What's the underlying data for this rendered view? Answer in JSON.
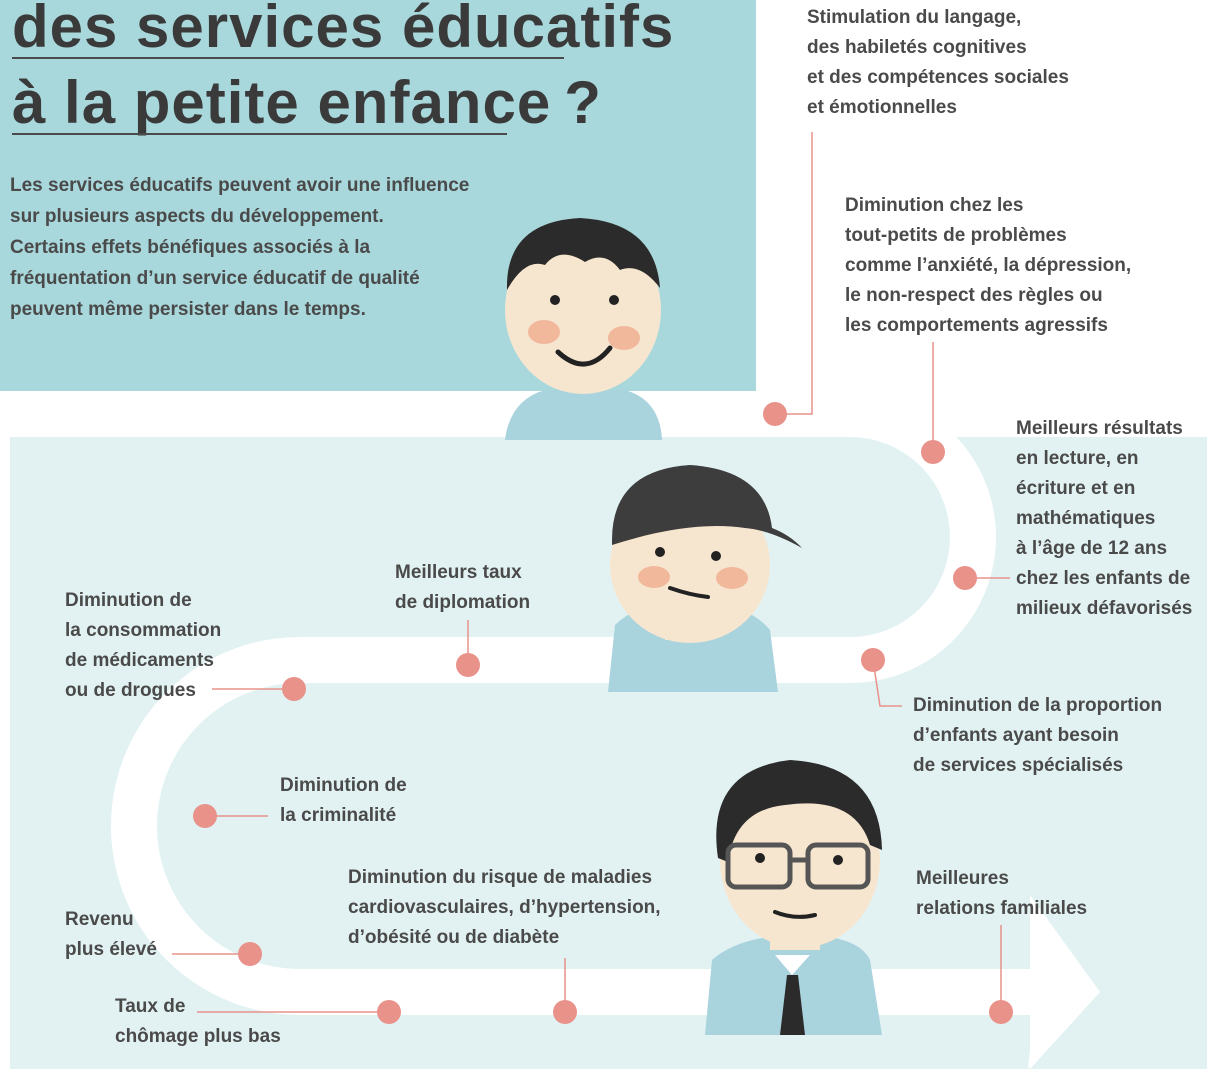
{
  "title_lines": [
    "des services éducatifs",
    "à la petite enfance ?"
  ],
  "intro": "Les services éducatifs peuvent avoir une influence\nsur plusieurs aspects du développement.\nCertains effets bénéfiques associés à la\nfréquentation d’un service éducatif de qualité\npeuvent même persister dans le temps.",
  "labels": {
    "langage": "Stimulation du langage,\ndes habiletés cognitives\net des compétences sociales\net émotionnelles",
    "anxiete": "Diminution chez les\ntout-petits de problèmes\ncomme l’anxiété, la dépression,\nle non-respect des règles ou\nles comportements agressifs",
    "lecture": "Meilleurs résultats\nen lecture, en\nécriture et en\nmathématiques\nà l’âge de 12 ans\nchez les enfants de\nmilieux défavorisés",
    "diplomation": "Meilleurs taux\nde diplomation",
    "proportion": "Diminution de la proportion\nd’enfants ayant besoin\nde services spécialisés",
    "medicaments": "Diminution de\nla consommation\nde médicaments\nou de drogues",
    "criminalite": "Diminution de\nla criminalité",
    "maladies": "Diminution du risque de maladies\ncardiovasculaires, d’hypertension,\nd’obésité ou de diabète",
    "relations": "Meilleures\nrelations familiales",
    "revenu": "Revenu\nplus élevé",
    "chomage": "Taux de\nchômage plus bas"
  },
  "colors": {
    "top_panel": "#a8d8dc",
    "bottom_panel": "#e2f2f2",
    "path": "#ffffff",
    "dot": "#e8928a",
    "text": "#4a4a4a"
  }
}
